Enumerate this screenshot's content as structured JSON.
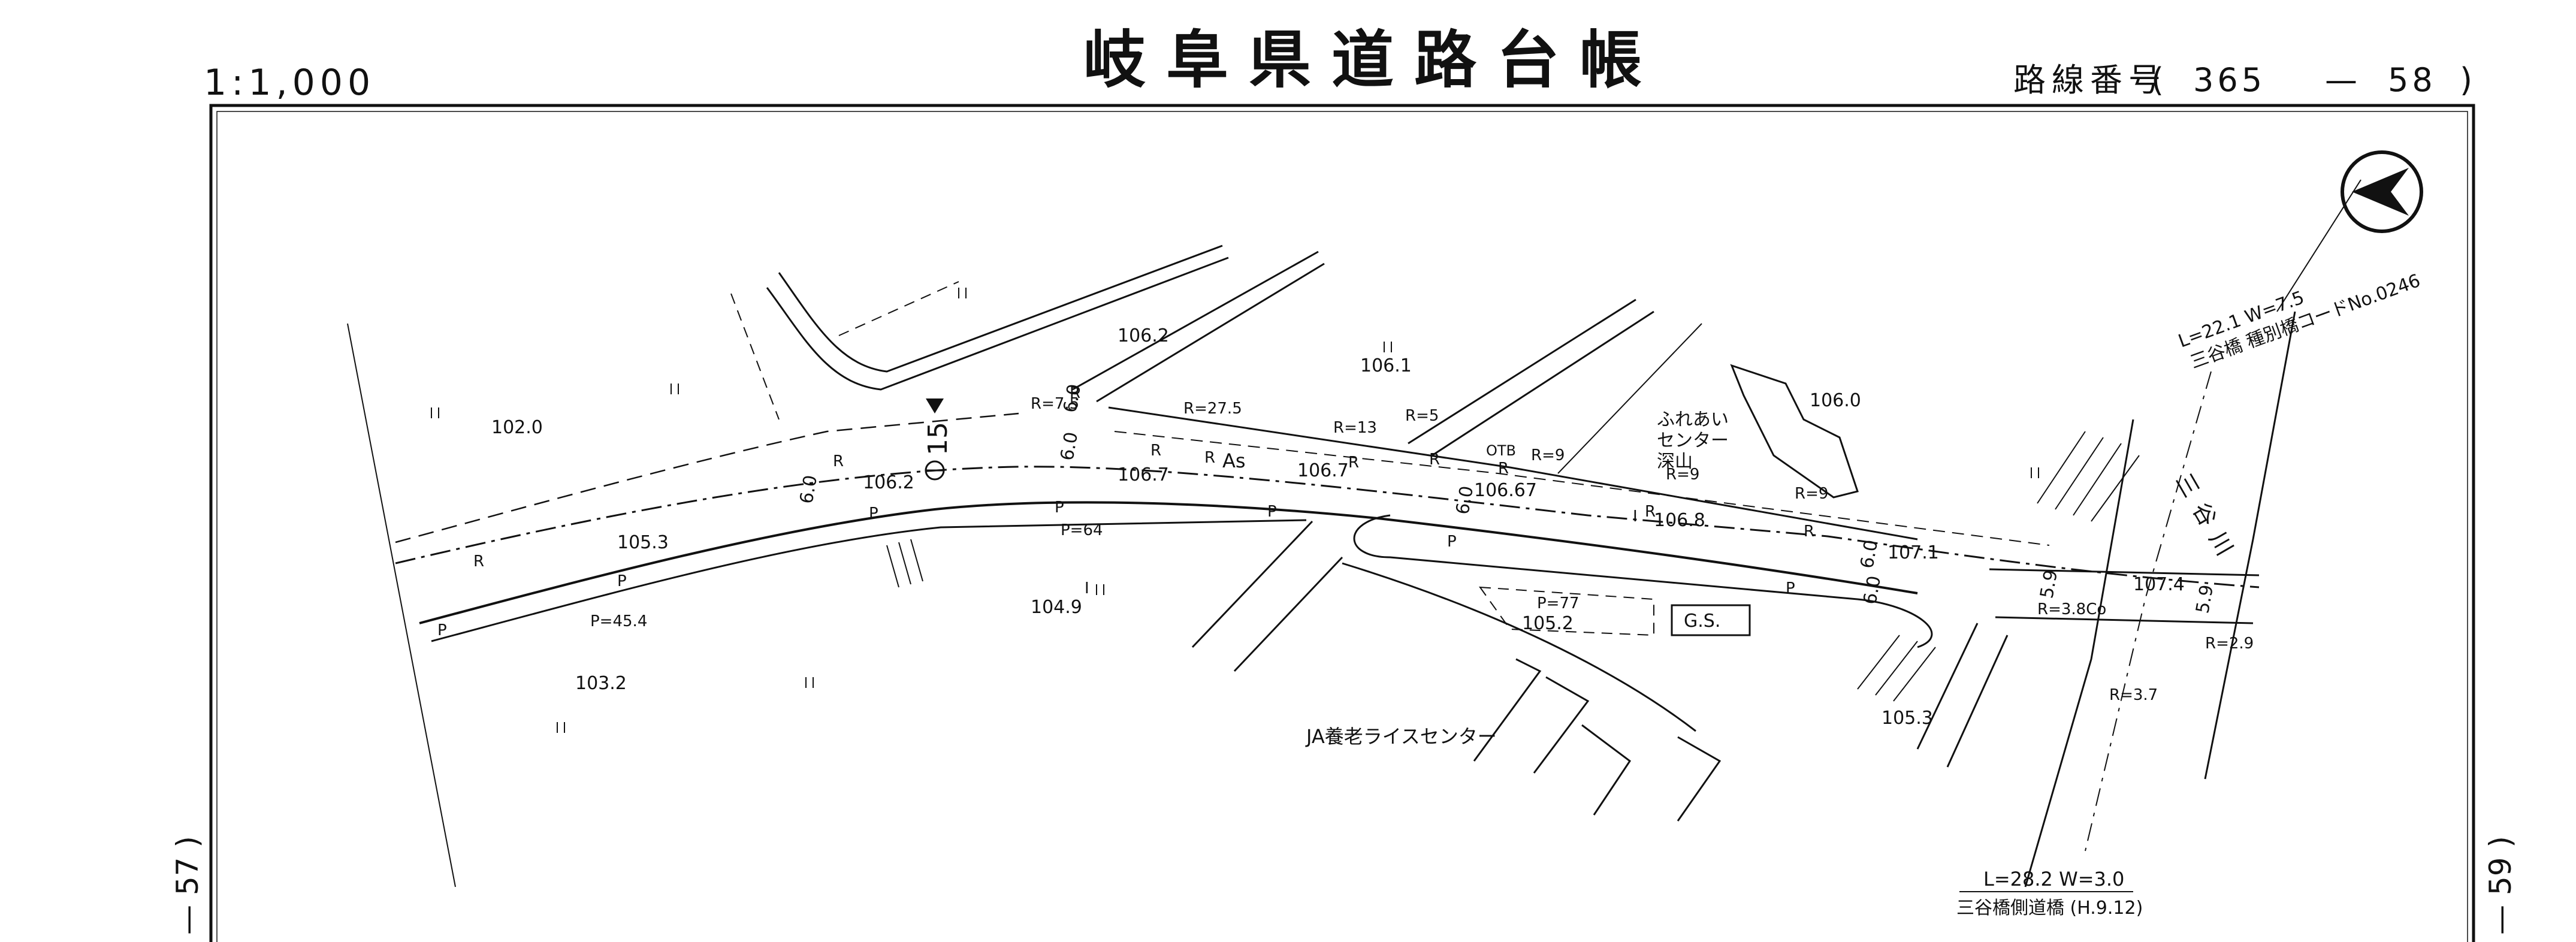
{
  "header": {
    "scale": "1:1,000",
    "title": "岐阜県道路台帳",
    "route_label": "路線番号",
    "route_open": "(",
    "route_main": "365",
    "route_dash": "—",
    "route_sub": "58",
    "route_close": ")"
  },
  "margins": {
    "left_sheet": "— 57 )",
    "right_sheet": "— 59 )"
  },
  "map": {
    "elevations": [
      "102.0",
      "106.2",
      "106.2",
      "106.1",
      "106.0",
      "106.7",
      "106.7",
      "106.67",
      "106.8",
      "107.1",
      "107.4",
      "105.3",
      "104.9",
      "105.2",
      "103.2",
      "105.3"
    ],
    "curve_labels": [
      "R=7.5",
      "R=27.5",
      "R=13",
      "R=5",
      "R=9",
      "R=9",
      "R=9",
      "R=3.8Co",
      "R=2.9",
      "R=3.7"
    ],
    "width_labels": [
      "6.0",
      "6.0",
      "6.0",
      "6.0",
      "6.0",
      "5.9",
      "5.9",
      "6.0"
    ],
    "markers": [
      "R",
      "R",
      "R",
      "R",
      "R",
      "R",
      "R",
      "R",
      "R",
      "R",
      "P",
      "P",
      "P",
      "P",
      "P",
      "P",
      "P",
      "As",
      "I",
      "I"
    ],
    "distance_post": "15",
    "pavement_labels": [
      "P=45.4",
      "P=64",
      "P=77"
    ],
    "facilities": {
      "fureai": [
        "ふれあい",
        "センター",
        "深山"
      ],
      "gs": "G.S.",
      "ja": "JA養老ライスセンター",
      "otb": "OTB"
    },
    "bridge_top": {
      "dims": "L=22.1 W=7.5",
      "name": "三谷橋 種別橋コードNo.0246"
    },
    "bridge_bottom": {
      "dims": "L=28.2 W=3.0",
      "name": "三谷橋側道橋 (H.9.12)"
    },
    "river": "三谷川",
    "north_arrow": "north-arrow"
  }
}
